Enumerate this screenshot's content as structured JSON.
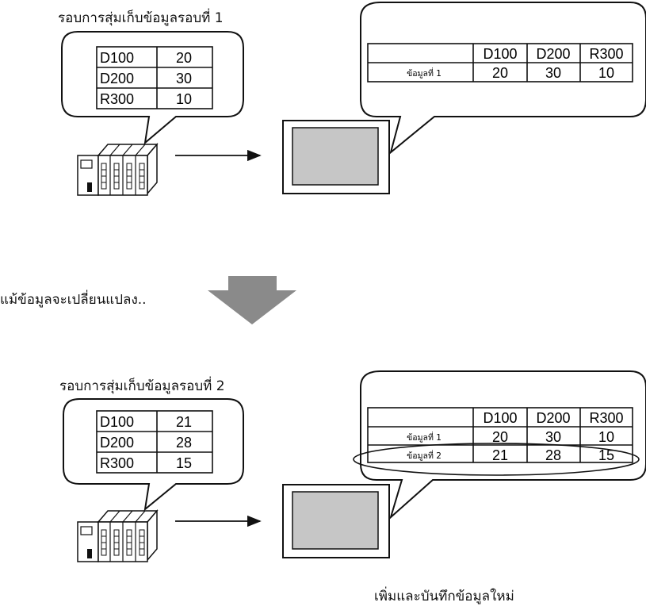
{
  "top": {
    "caption": "รอบการสุ่มเก็บข้อมูลรอบที่ 1",
    "plc_values": [
      {
        "device": "D100",
        "value": "20"
      },
      {
        "device": "D200",
        "value": "30"
      },
      {
        "device": "R300",
        "value": "10"
      }
    ],
    "display_table": {
      "headers": [
        "D100",
        "D200",
        "R300"
      ],
      "rows": [
        {
          "label": "ข้อมูลที่ 1",
          "values": [
            "20",
            "30",
            "10"
          ]
        }
      ]
    }
  },
  "transition_text": "แม้ข้อมูลจะเปลี่ยนแปลง..",
  "bottom": {
    "caption": "รอบการสุ่มเก็บข้อมูลรอบที่ 2",
    "plc_values": [
      {
        "device": "D100",
        "value": "21"
      },
      {
        "device": "D200",
        "value": "28"
      },
      {
        "device": "R300",
        "value": "15"
      }
    ],
    "display_table": {
      "headers": [
        "D100",
        "D200",
        "R300"
      ],
      "rows": [
        {
          "label": "ข้อมูลที่ 1",
          "values": [
            "20",
            "30",
            "10"
          ]
        },
        {
          "label": "ข้อมูลที่ 2",
          "values": [
            "21",
            "28",
            "15"
          ]
        }
      ]
    }
  },
  "footer_text": "เพิ่มและบันทึกข้อมูลใหม่",
  "colors": {
    "arrow_gray": "#8a8a8a",
    "screen_fill": "#c6c6c6",
    "stroke": "#111111"
  }
}
